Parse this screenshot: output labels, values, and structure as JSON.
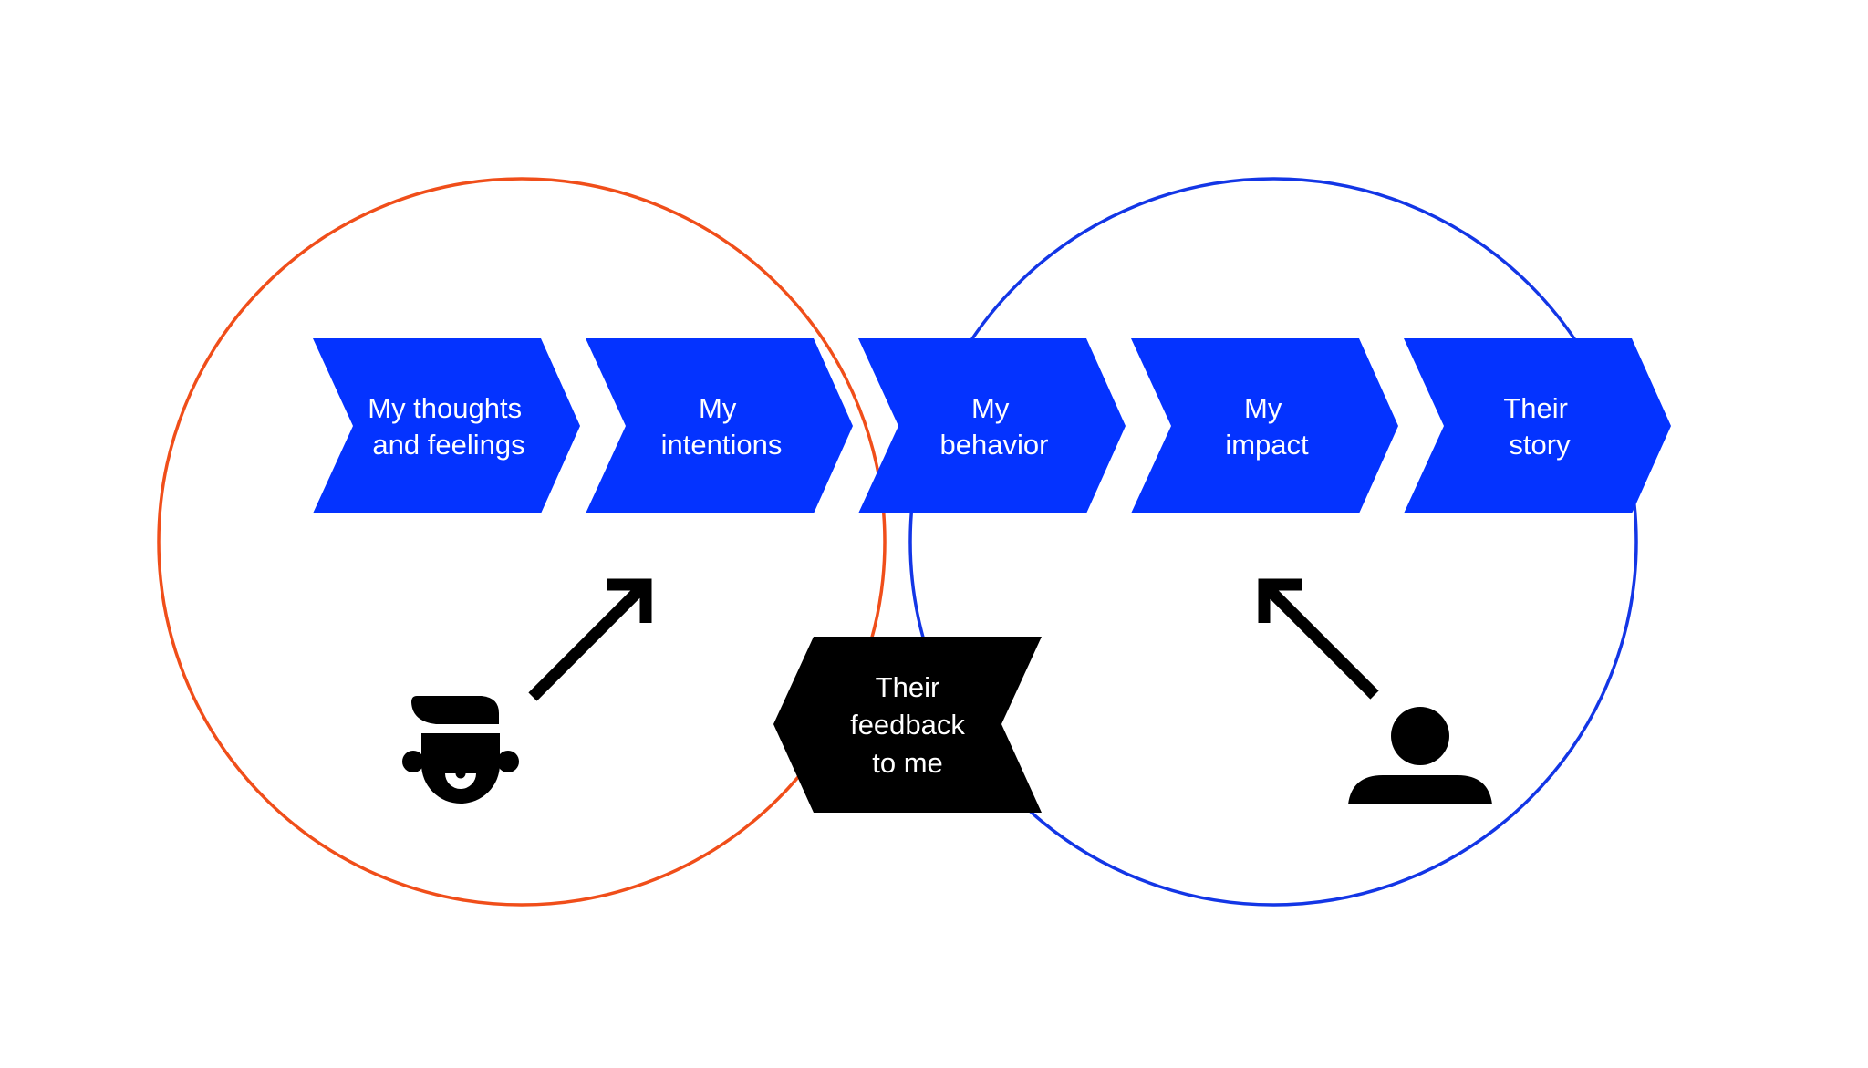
{
  "colors": {
    "background": "#ffffff",
    "chevron_fill": "#0433FF",
    "feedback_fill": "#000000",
    "self_circle_stroke": "#F04E1A",
    "other_circle_stroke": "#1336E6",
    "icon_fill": "#000000",
    "text": "#ffffff"
  },
  "circles": [
    {
      "name": "self-circle",
      "represents": "me"
    },
    {
      "name": "other-circle",
      "represents": "them"
    }
  ],
  "chevrons": [
    {
      "lines": [
        "My thoughts",
        "and feelings"
      ]
    },
    {
      "lines": [
        "My",
        "intentions"
      ]
    },
    {
      "lines": [
        "My",
        "behavior"
      ]
    },
    {
      "lines": [
        "My",
        "impact"
      ]
    },
    {
      "lines": [
        "Their",
        "story"
      ]
    }
  ],
  "feedback": {
    "lines": [
      "Their",
      "feedback",
      "to me"
    ],
    "direction": "left"
  },
  "icons": {
    "self": "person-with-hat-icon",
    "other": "person-icon",
    "self_arrow": "arrow-up-right-icon",
    "other_arrow": "arrow-up-left-icon"
  }
}
